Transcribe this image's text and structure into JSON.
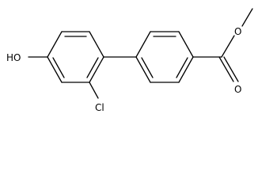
{
  "molecule": {
    "atoms": {
      "hydroxyl": "HO",
      "chlorine": "Cl",
      "carbonyl_oxygen": "O",
      "ester_oxygen": "O"
    }
  }
}
